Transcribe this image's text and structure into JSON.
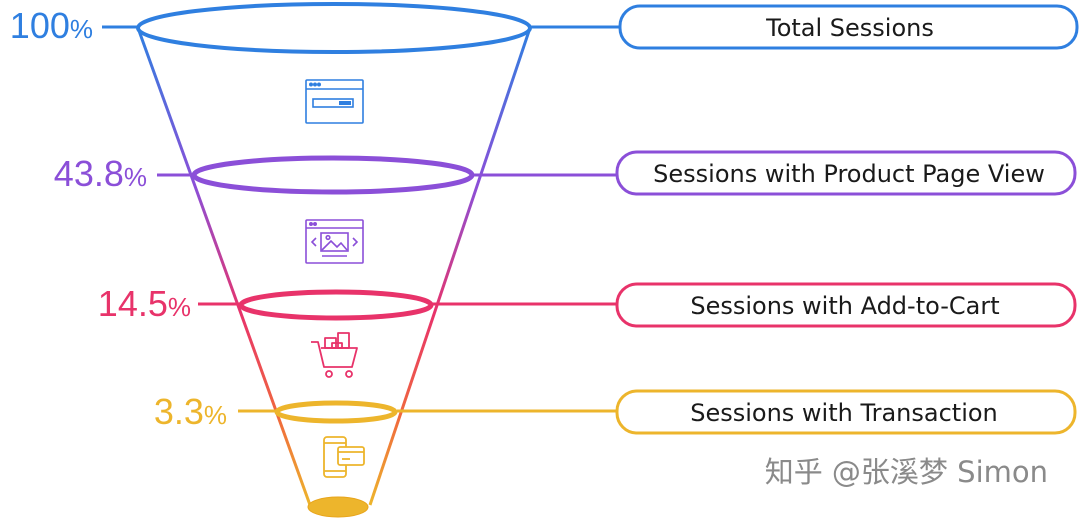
{
  "colors": {
    "blue": "#2f7fe0",
    "purple": "#8b4fd8",
    "pink": "#e8336a",
    "yellow": "#edb52c"
  },
  "stages": [
    {
      "pct_value": "100",
      "pct_sign": "%",
      "label": "Total Sessions",
      "color": "#2f7fe0",
      "icon": "browser-window-icon"
    },
    {
      "pct_value": "43.8",
      "pct_sign": "%",
      "label": "Sessions with Product Page View",
      "color": "#8b4fd8",
      "icon": "image-gallery-icon"
    },
    {
      "pct_value": "14.5",
      "pct_sign": "%",
      "label": "Sessions with Add-to-Cart",
      "color": "#e8336a",
      "icon": "shopping-cart-icon"
    },
    {
      "pct_value": "3.3",
      "pct_sign": "%",
      "label": "Sessions with Transaction",
      "color": "#edb52c",
      "icon": "mobile-payment-icon"
    }
  ],
  "watermark": "知乎 @张溪梦 Simon"
}
